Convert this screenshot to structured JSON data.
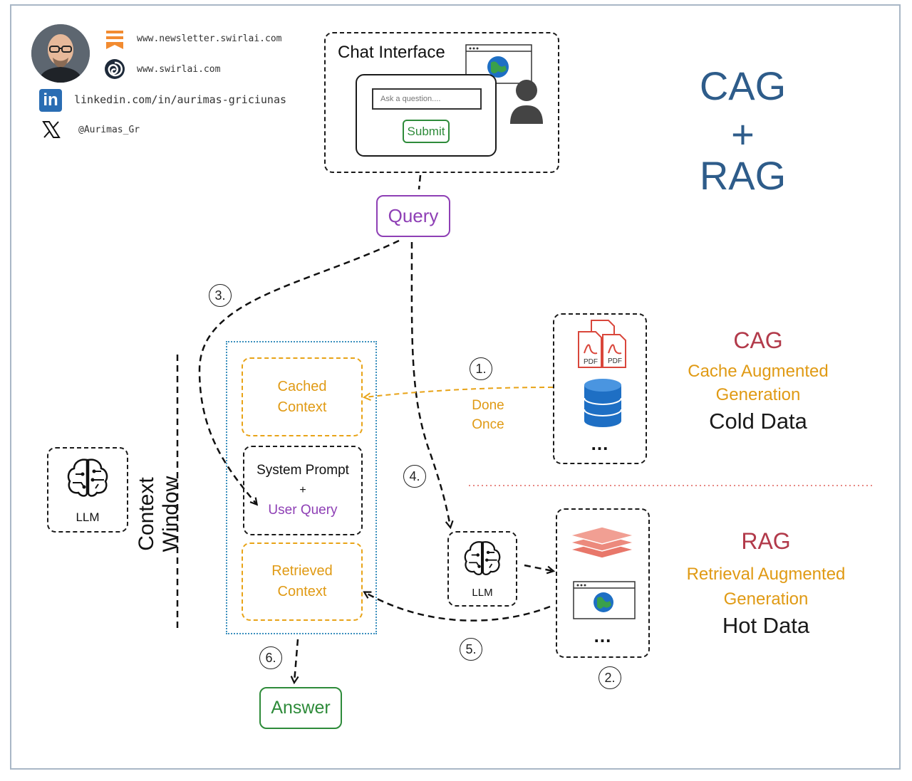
{
  "header": {
    "newsletter_url": "www.newsletter.swirlai.com",
    "site_url": "www.swirlai.com",
    "linkedin_url": "linkedin.com/in/aurimas-griciunas",
    "x_handle": "@Aurimas_Gr",
    "linkedin_logo_text": "in"
  },
  "chat_interface": {
    "title": "Chat Interface",
    "input_placeholder": "Ask a question....",
    "submit_label": "Submit"
  },
  "main_title": {
    "line1": "CAG",
    "line2": "+",
    "line3": "RAG"
  },
  "query_label": "Query",
  "answer_label": "Answer",
  "context_window": {
    "label": "Context Window",
    "cached": [
      "Cached",
      "Context"
    ],
    "system_prompt": "System Prompt",
    "plus": "+",
    "user_query": "User Query",
    "retrieved": [
      "Retrieved",
      "Context"
    ]
  },
  "llm_label": "LLM",
  "done_once": [
    "Done",
    "Once"
  ],
  "steps": [
    "1.",
    "2.",
    "3.",
    "4.",
    "5.",
    "6."
  ],
  "cag": {
    "title": "CAG",
    "subtitle": [
      "Cache Augmented",
      "Generation"
    ],
    "data": "Cold Data",
    "pdf_label": "PDF",
    "more": "..."
  },
  "rag": {
    "title": "RAG",
    "subtitle": [
      "Retrieval Augmented",
      "Generation"
    ],
    "data": "Hot Data",
    "more": "..."
  },
  "colors": {
    "title_blue": "#2e5c8a",
    "cag_rag_red": "#b23a4a",
    "orange": "#e09a14",
    "purple": "#8e3fb5",
    "green": "#2e8b3a",
    "frame": "#a9b7c6"
  },
  "icons": [
    "newsletter-icon",
    "swirl-logo-icon",
    "linkedin-icon",
    "x-icon",
    "globe-icon",
    "person-icon",
    "brain-icon",
    "pdf-icon",
    "database-icon",
    "layers-icon"
  ]
}
